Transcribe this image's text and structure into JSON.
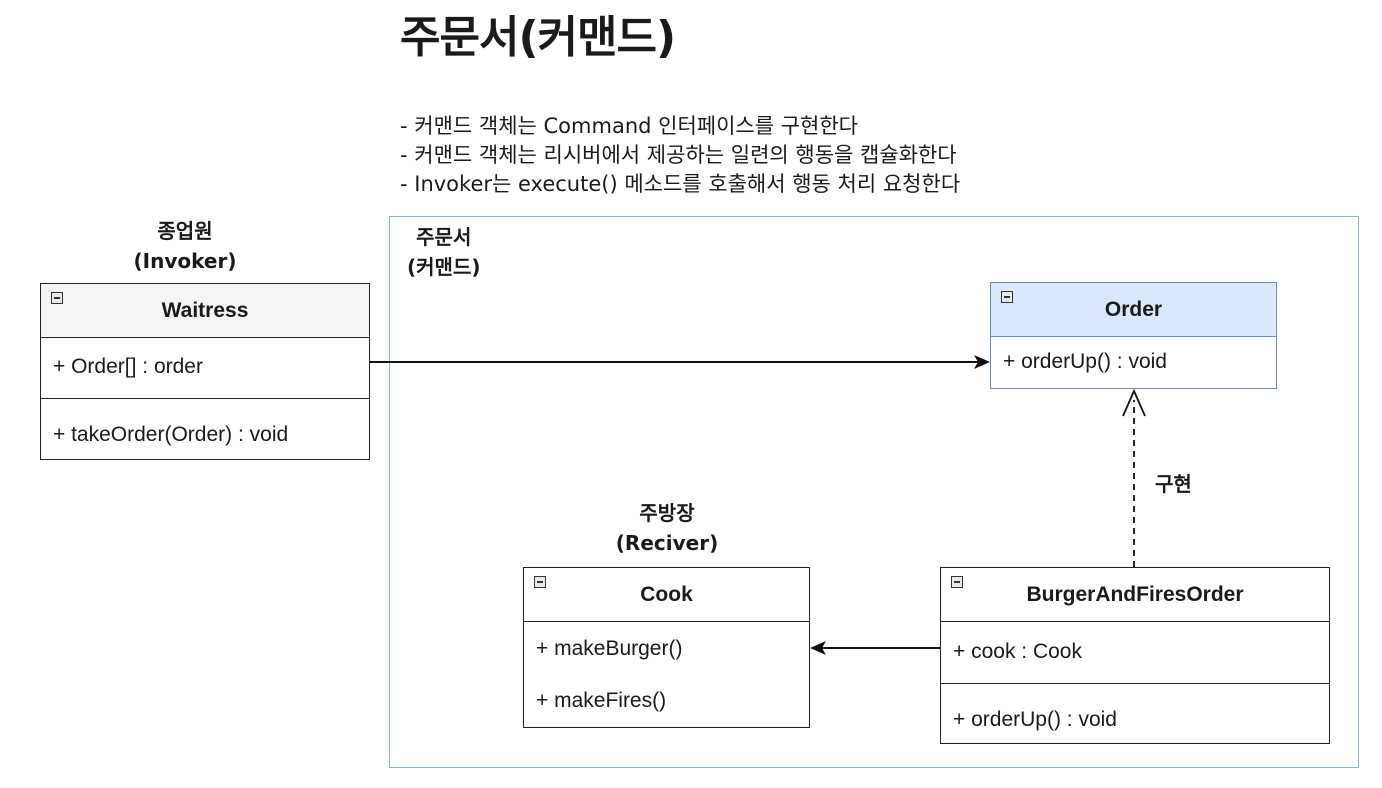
{
  "title": "주문서(커맨드)",
  "description": [
    "- 커맨드 객체는 Command 인터페이스를 구현한다",
    "- 커맨드 객체는 리시버에서 제공하는 일련의 행동을 캡슐화한다",
    "- Invoker는 execute() 메소드를 호출해서 행동 처리 요청한다"
  ],
  "package_label": {
    "line1": "주문서",
    "line2": "(커맨드)"
  },
  "invoker_label": {
    "line1": "종업원",
    "line2": "(Invoker)"
  },
  "receiver_label": {
    "line1": "주방장",
    "line2": "(Reciver)"
  },
  "relation_label": "구현",
  "classes": {
    "waitress": {
      "name": "Waitress",
      "fields": [
        "+ Order[] : order"
      ],
      "methods": [
        "+ takeOrder(Order) : void"
      ]
    },
    "order": {
      "name": "Order",
      "methods": [
        "+ orderUp() : void"
      ]
    },
    "cook": {
      "name": "Cook",
      "methods": [
        "+ makeBurger()",
        "+ makeFires()"
      ]
    },
    "burger": {
      "name": "BurgerAndFiresOrder",
      "fields": [
        "+ cook : Cook"
      ],
      "methods": [
        "+ orderUp() : void"
      ]
    }
  },
  "colors": {
    "frame_border": "#8db3d9",
    "waitress_header": "#f5f5f5",
    "order_header": "#dae8fc",
    "order_border": "#6c8ebf"
  }
}
